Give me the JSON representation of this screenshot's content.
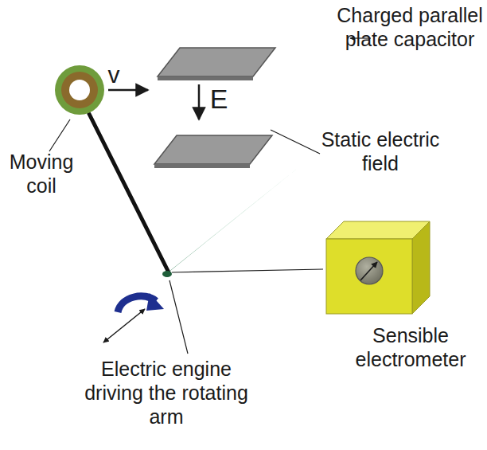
{
  "diagram": {
    "labels": [
      "Charged parallel plate capacitor",
      "v",
      "E",
      "Moving coil",
      "Static electric field",
      "Sensible electrometer",
      "Electric engine driving the rotating arm"
    ]
  }
}
